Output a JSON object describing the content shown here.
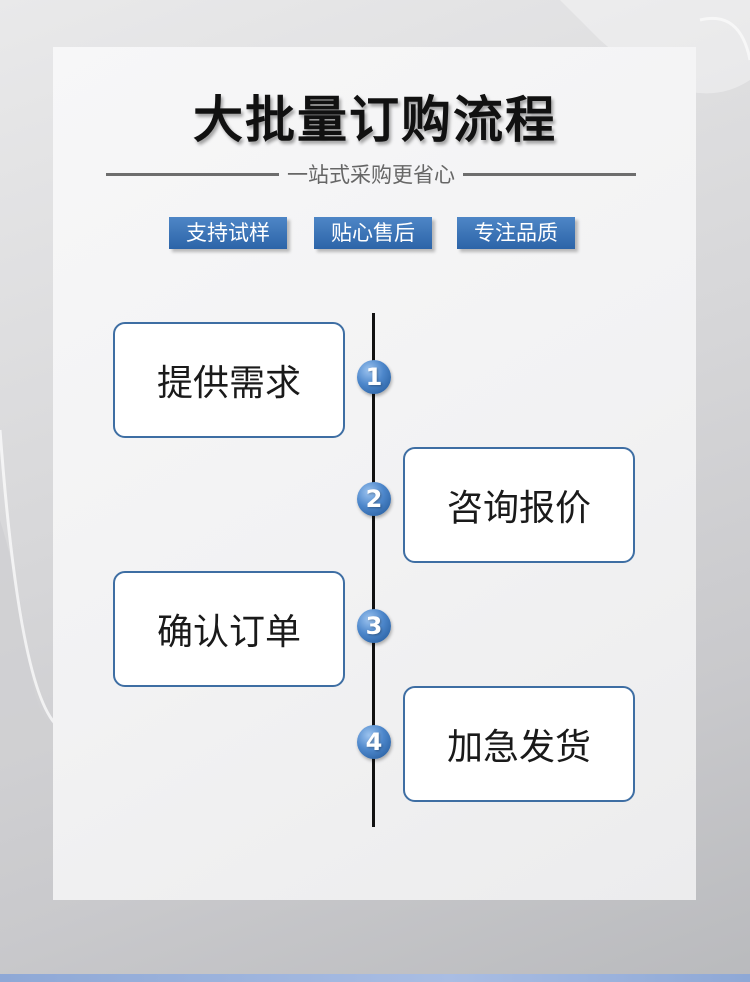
{
  "title": "大批量订购流程",
  "subtitle": "一站式采购更省心",
  "badges": [
    "支持试样",
    "贴心售后",
    "专注品质"
  ],
  "steps": [
    {
      "number": "1",
      "label": "提供需求",
      "side": "left"
    },
    {
      "number": "2",
      "label": "咨询报价",
      "side": "right"
    },
    {
      "number": "3",
      "label": "确认订单",
      "side": "left"
    },
    {
      "number": "4",
      "label": "加急发货",
      "side": "right"
    }
  ],
  "colors": {
    "accent_blue": "#2c64a8",
    "box_border": "#3e6ea3",
    "timeline": "#111111",
    "title": "#111111"
  }
}
